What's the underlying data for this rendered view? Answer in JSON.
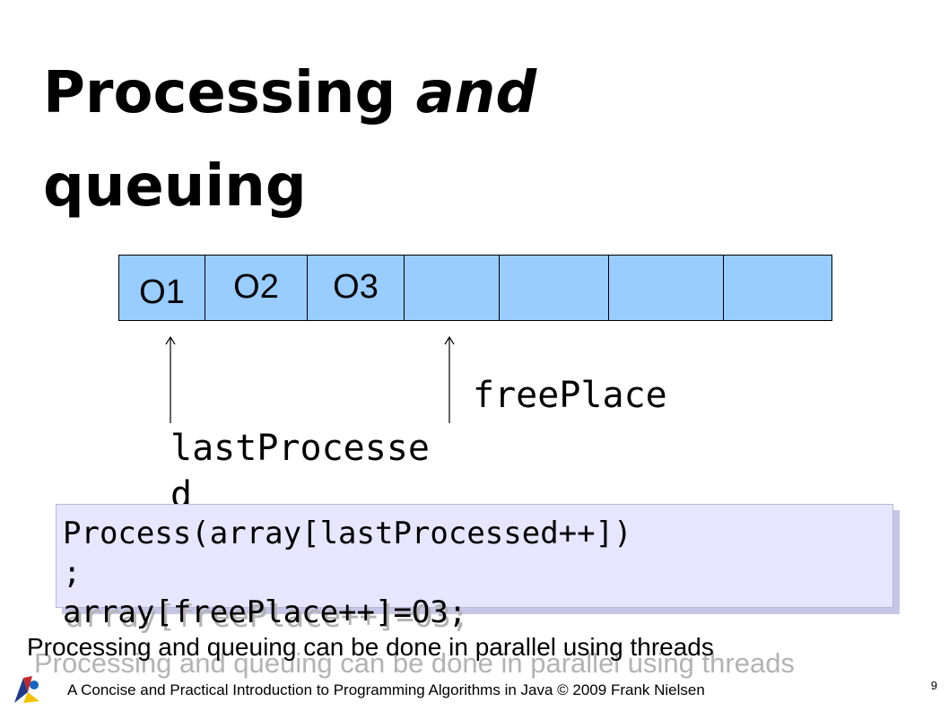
{
  "slide": {
    "title_part1": "Processing ",
    "title_italic": "and",
    "title_part2": "queuing"
  },
  "array": {
    "cells": [
      "O1",
      "O2",
      "O3",
      "",
      "",
      "",
      ""
    ]
  },
  "pointers": {
    "free_place": "freePlace",
    "last_processed_line1": "lastProcesse",
    "last_processed_line2": "d"
  },
  "code": {
    "line1": "Process(array[lastProcessed++])",
    "line2": ";",
    "line3": "array[freePlace++]=O3;"
  },
  "note": {
    "text": "Processing and queuing can be done in parallel using threads"
  },
  "footer": {
    "text": "A Concise and Practical Introduction to Programming Algorithms in Java  © 2009 Frank Nielsen",
    "page_number": "9"
  },
  "colors": {
    "cell_fill": "#99ccff",
    "code_box_fill": "#e6e6ff"
  }
}
